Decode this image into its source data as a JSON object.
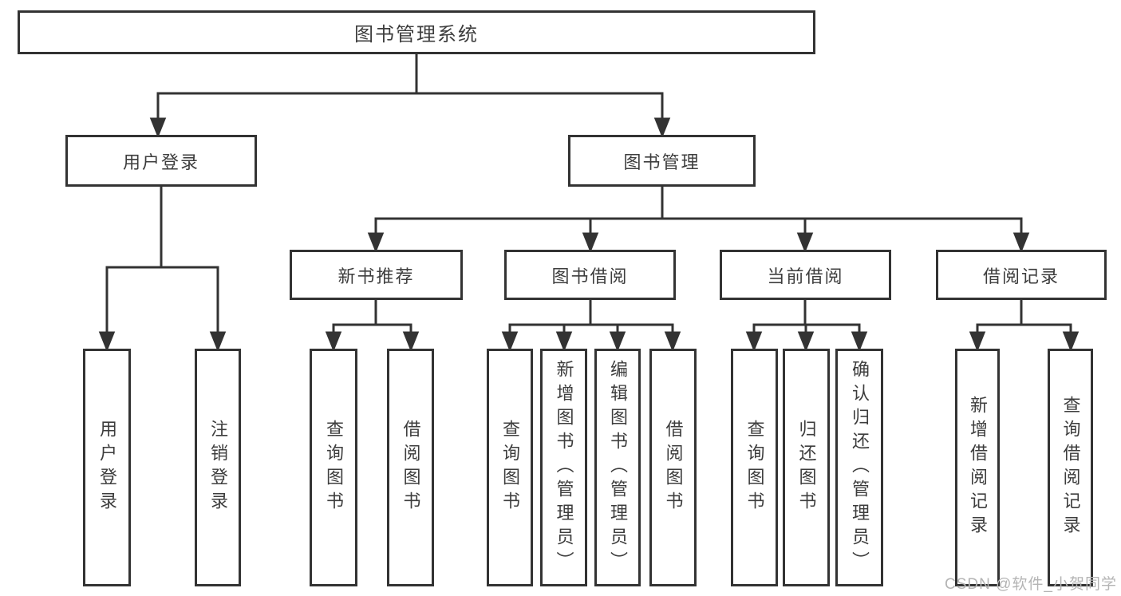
{
  "root": {
    "label": "图书管理系统"
  },
  "level2": [
    {
      "label": "用户登录"
    },
    {
      "label": "图书管理"
    }
  ],
  "level3": [
    {
      "label": "新书推荐"
    },
    {
      "label": "图书借阅"
    },
    {
      "label": "当前借阅"
    },
    {
      "label": "借阅记录"
    }
  ],
  "level4": [
    {
      "label": "用户登录"
    },
    {
      "label": "注销登录"
    },
    {
      "label": "查询图书"
    },
    {
      "label": "借阅图书"
    },
    {
      "label": "查询图书"
    },
    {
      "label": "新增图书（管理员）"
    },
    {
      "label": "编辑图书（管理员）"
    },
    {
      "label": "借阅图书"
    },
    {
      "label": "查询图书"
    },
    {
      "label": "归还图书"
    },
    {
      "label": "确认归还（管理员）"
    },
    {
      "label": "新增借阅记录"
    },
    {
      "label": "查询借阅记录"
    }
  ],
  "watermark": {
    "text": "CSDN @软件_小贺同学"
  },
  "colors": {
    "line": "#333333",
    "text": "#3d3d3d",
    "watermark": "#b4b4b4",
    "background": "#ffffff"
  }
}
